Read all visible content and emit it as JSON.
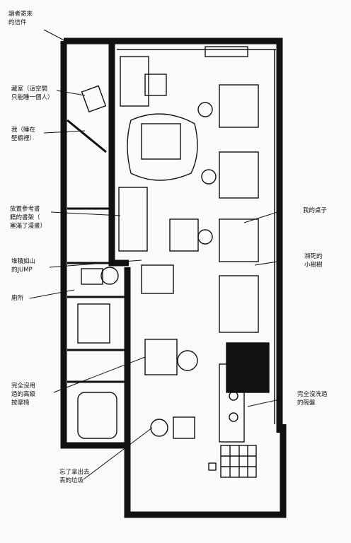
{
  "labels": {
    "reader_letters": "讀者寄來\n的信件",
    "storage": "藏室（這空間\n只能睡一個人）",
    "me_in_wall": "我（睡在\n壁櫥裡）",
    "reference_shelf": "放置參考書\n籍的書架（\n塞滿了漫畫）",
    "jump_pile": "堆積如山\n的JUMP",
    "toilet": "廁所",
    "massage_chair": "完全沒用\n過的高級\n按摩椅",
    "trash": "忘了拿出去\n丟的垃圾",
    "my_desk": "我的桌子",
    "dead_tree": "瀕死的\n小樹樹",
    "dishes": "完全沒洗過\n的碗盤"
  },
  "colors": {
    "ink": "#111111",
    "paper": "#fafafa"
  }
}
